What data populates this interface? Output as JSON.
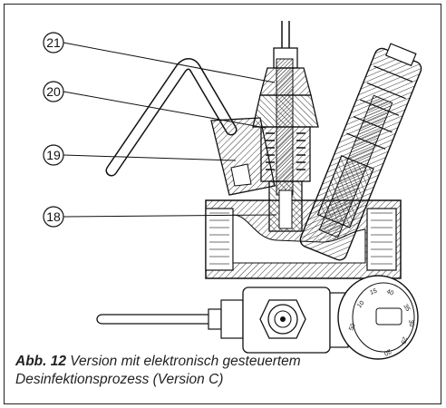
{
  "callouts": [
    {
      "number": "21"
    },
    {
      "number": "20"
    },
    {
      "number": "19"
    },
    {
      "number": "18"
    }
  ],
  "caption": {
    "figure_label": "Abb. 12",
    "text": " Version mit elektronisch gesteuertem Desinfektionsprozess (Version C)"
  },
  "dial_markings": [
    "50",
    "40",
    "35",
    "30",
    "25",
    "20",
    "15",
    "10"
  ]
}
